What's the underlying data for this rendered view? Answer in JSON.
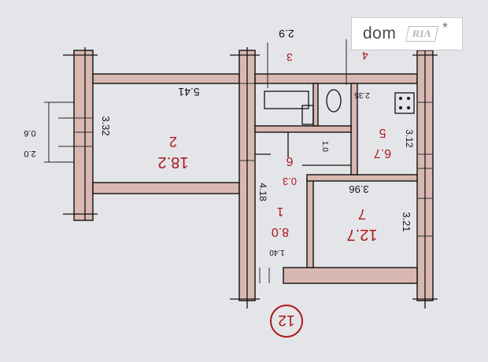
{
  "rooms": [
    {
      "number": "1",
      "area": "8.0"
    },
    {
      "number": "2",
      "area": "18.2"
    },
    {
      "number": "3",
      "area": ""
    },
    {
      "number": "4",
      "area": ""
    },
    {
      "number": "5",
      "area": "6.7"
    },
    {
      "number": "6",
      "area": "0.3"
    },
    {
      "number": "7",
      "area": "12.7"
    }
  ],
  "dimensions": [
    "5.41",
    "3.32",
    "2.9",
    "2.35",
    "3.12",
    "3.96",
    "3.21",
    "4.18",
    "1.40",
    "1.0",
    "0.6",
    "2.0"
  ],
  "floor_number": "12",
  "watermark": {
    "brand": "dom",
    "sub": "RIA"
  }
}
